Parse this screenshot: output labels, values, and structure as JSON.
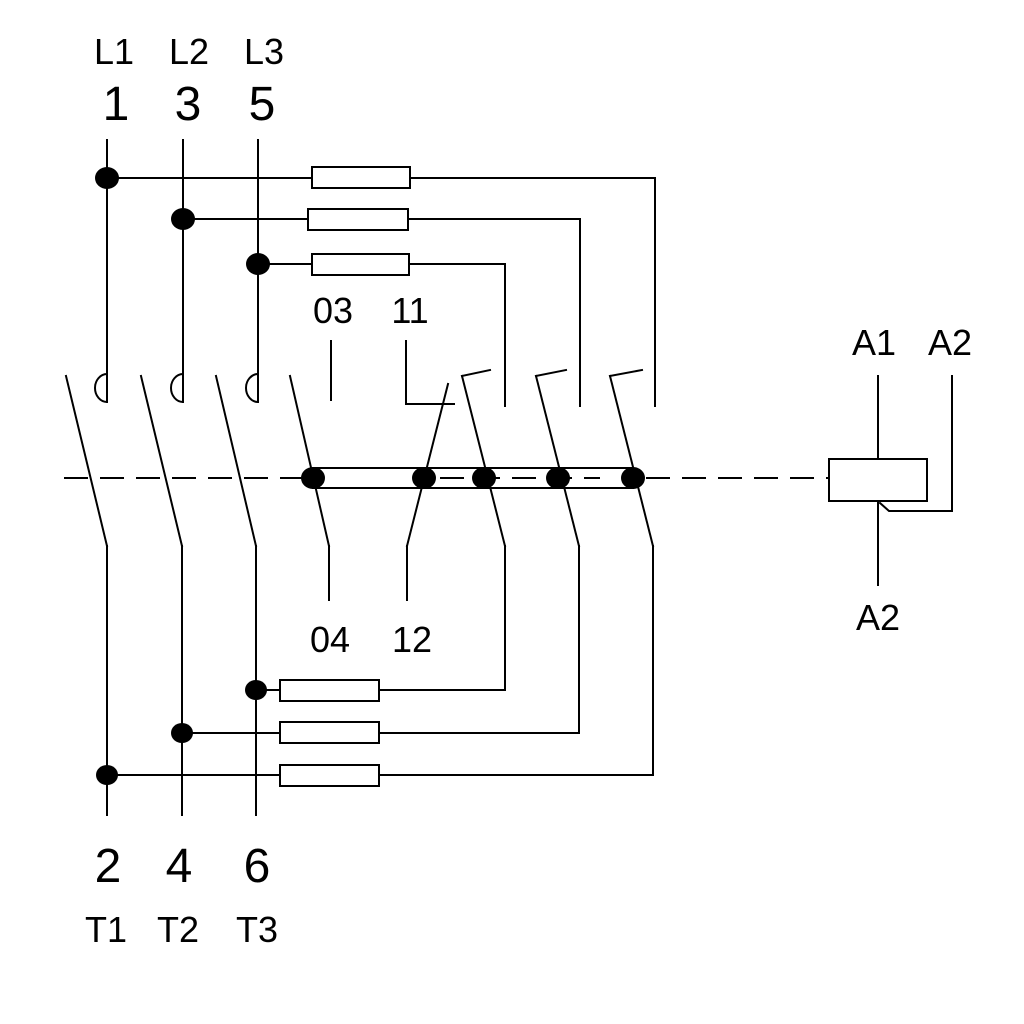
{
  "line_terminals": {
    "phases": [
      "L1",
      "L2",
      "L3"
    ],
    "numbers": [
      "1",
      "3",
      "5"
    ]
  },
  "load_terminals": {
    "numbers": [
      "2",
      "4",
      "6"
    ],
    "phases": [
      "T1",
      "T2",
      "T3"
    ]
  },
  "aux_contacts": {
    "no_top": "03",
    "nc_top": "11",
    "no_bottom": "04",
    "nc_bottom": "12"
  },
  "coil": {
    "top_left": "A1",
    "top_right": "A2",
    "bottom": "A2"
  }
}
